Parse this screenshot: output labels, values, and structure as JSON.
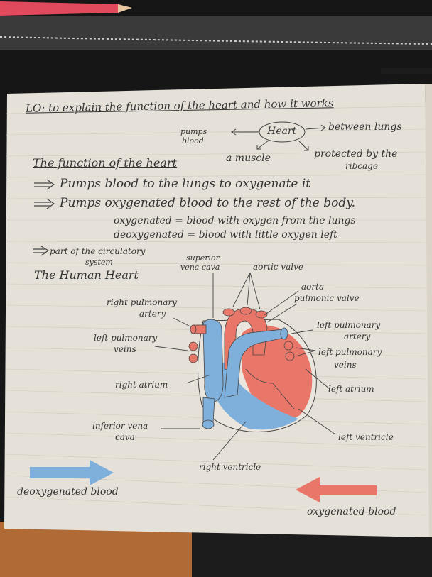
{
  "notebook": {
    "objective": "LO: to explain the function of the heart and how it works",
    "mindmap": {
      "center": "Heart",
      "pumps": "pumps",
      "blood": "blood",
      "lungs": "between lungs",
      "muscle": "a muscle",
      "protected1": "protected by the",
      "protected2": "ribcage"
    },
    "function_heading": "The function of the heart",
    "points": [
      "Pumps blood to the lungs to oxygenate it",
      "Pumps oxygenated blood to the rest of the body."
    ],
    "definitions": [
      "oxygenated = blood with oxygen from the lungs",
      "deoxygenated = blood with little oxygen left"
    ],
    "circulatory1": "part of the circulatory",
    "circulatory2": "system",
    "diagram_heading": "The Human Heart",
    "labels": {
      "svc1": "superior",
      "svc2": "vena cava",
      "aortic_valve": "aortic valve",
      "aorta": "aorta",
      "pulmonic_valve": "pulmonic valve",
      "rpa1": "right pulmonary",
      "rpa2": "artery",
      "lpa1": "left pulmonary",
      "lpa2": "artery",
      "lpv_left1": "left pulmonary",
      "lpv_left2": "veins",
      "lpv_right1": "left pulmonary",
      "lpv_right2": "veins",
      "right_atrium": "right atrium",
      "left_atrium": "left atrium",
      "ivc1": "inferior vena",
      "ivc2": "cava",
      "left_ventricle": "left ventricle",
      "right_ventricle": "right ventricle"
    },
    "legend": {
      "deoxygenated": "deoxygenated blood",
      "oxygenated": "oxygenated blood"
    }
  },
  "colors": {
    "deoxygenated": "#7fb0dc",
    "oxygenated": "#e8776a",
    "paper": "#e6e1d8",
    "ink": "#333333"
  }
}
